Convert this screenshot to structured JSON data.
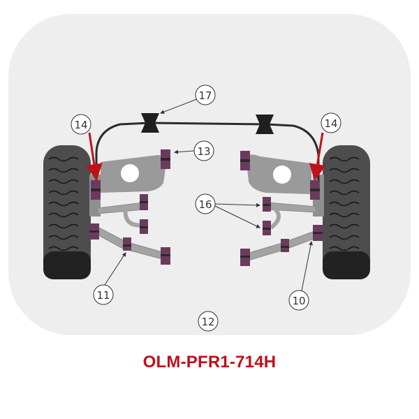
{
  "part_code": "OLM-PFR1-714H",
  "colors": {
    "background_panel": "#eeeeee",
    "tyre": "#4d4d4d",
    "tyre_shadow": "#1f1f1f",
    "arm": "#999999",
    "bush": "#6b3b5e",
    "bush_sleeve": "#2a2a2a",
    "red_arrow": "#c0101a",
    "part_code": "#c0101a",
    "callout_line": "#333333"
  },
  "callouts": {
    "c17": "17",
    "c14_left": "14",
    "c14_right": "14",
    "c13": "13",
    "c16": "16",
    "c11": "11",
    "c10": "10",
    "c12": "12"
  }
}
